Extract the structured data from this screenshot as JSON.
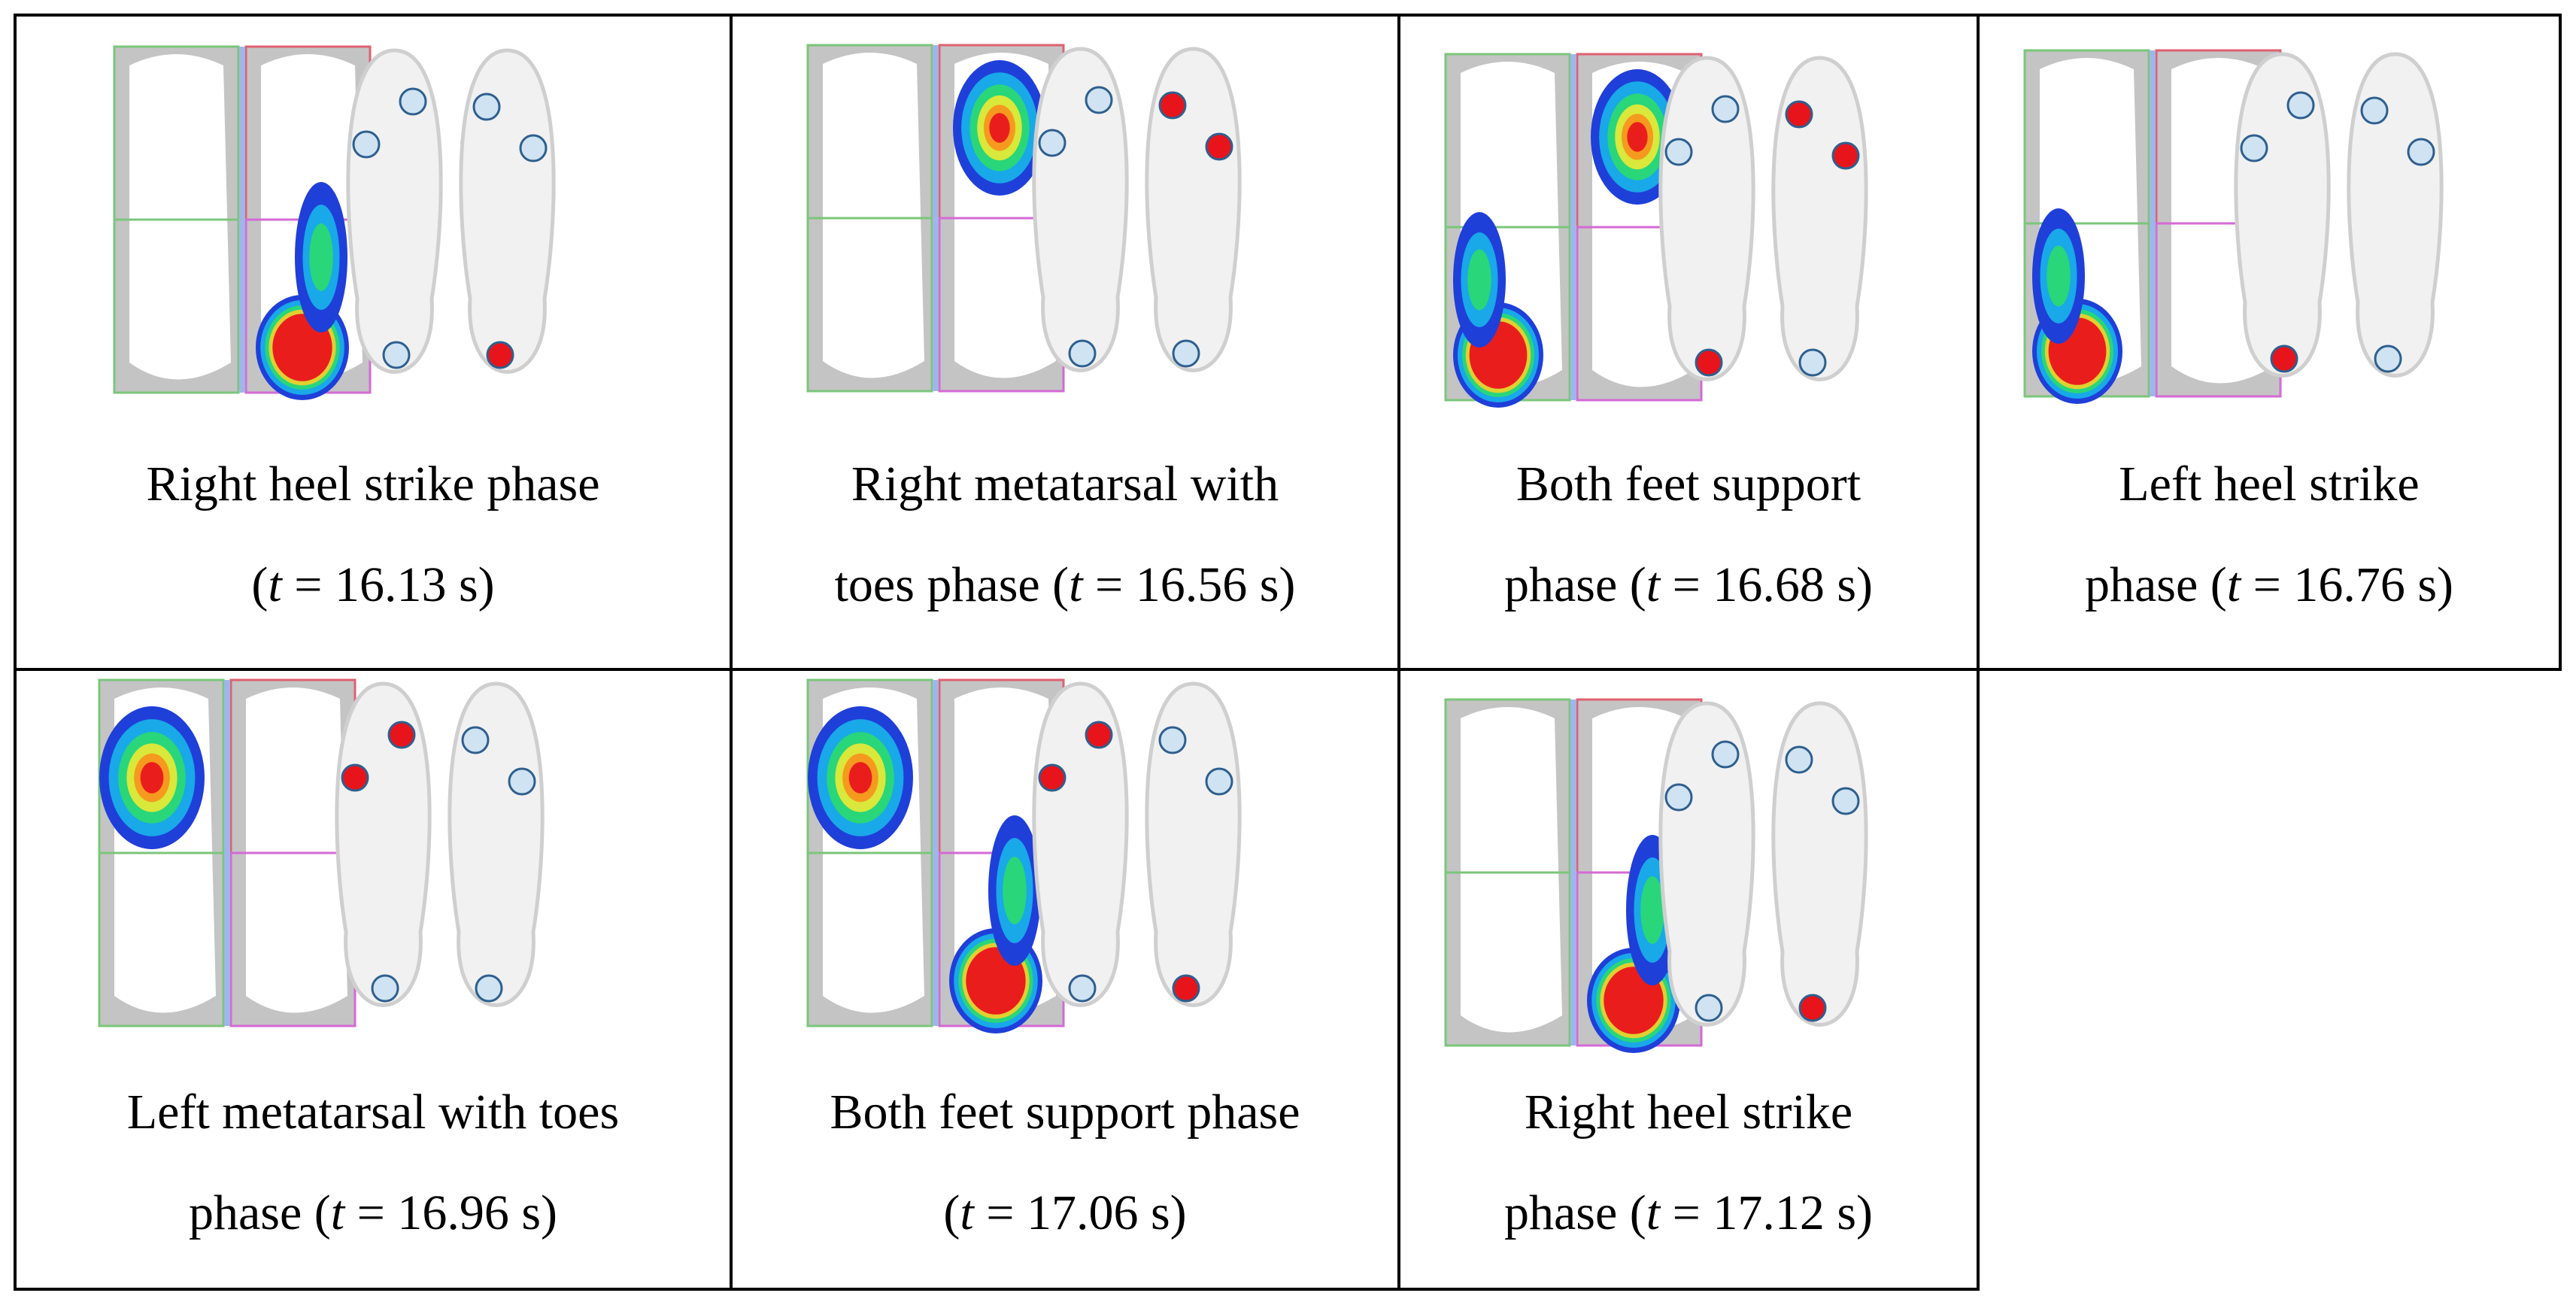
{
  "figure": {
    "cells": [
      {
        "caption_line1": "Right heel strike phase",
        "caption_prefix": "(",
        "caption_var": "t",
        "caption_value": " = 16.13 s)",
        "foot_active": "right",
        "sensors": {
          "left_toe": false,
          "left_meta": false,
          "left_heel": false,
          "right_toe": false,
          "right_meta": false,
          "right_heel": true
        }
      },
      {
        "caption_line1": "Right metatarsal with",
        "caption_prefix": "toes phase (",
        "caption_var": "t",
        "caption_value": " = 16.56 s)",
        "foot_active": "right",
        "sensors": {
          "left_toe": false,
          "left_meta": false,
          "left_heel": false,
          "right_toe": true,
          "right_meta": true,
          "right_heel": false
        }
      },
      {
        "caption_line1": "Both feet support",
        "caption_prefix": "phase (",
        "caption_var": "t",
        "caption_value": " = 16.68 s)",
        "foot_active": "both",
        "sensors": {
          "left_toe": false,
          "left_meta": false,
          "left_heel": true,
          "right_toe": true,
          "right_meta": true,
          "right_heel": false
        }
      },
      {
        "caption_line1": "Left heel strike",
        "caption_prefix": "phase (",
        "caption_var": "t",
        "caption_value": " = 16.76 s)",
        "foot_active": "left",
        "sensors": {
          "left_toe": false,
          "left_meta": false,
          "left_heel": true,
          "right_toe": false,
          "right_meta": false,
          "right_heel": false
        }
      },
      {
        "caption_line1": "Left metatarsal with toes",
        "caption_prefix": "phase (",
        "caption_var": "t",
        "caption_value": " = 16.96 s)",
        "foot_active": "left",
        "sensors": {
          "left_toe": true,
          "left_meta": true,
          "left_heel": false,
          "right_toe": false,
          "right_meta": false,
          "right_heel": false
        }
      },
      {
        "caption_line1": "Both feet support phase",
        "caption_prefix": "(",
        "caption_var": "t",
        "caption_value": " = 17.06 s)",
        "foot_active": "both",
        "sensors": {
          "left_toe": true,
          "left_meta": true,
          "left_heel": false,
          "right_toe": false,
          "right_meta": false,
          "right_heel": true
        }
      },
      {
        "caption_line1": "Right heel strike",
        "caption_prefix": "phase (",
        "caption_var": "t",
        "caption_value": " = 17.12 s)",
        "foot_active": "right",
        "sensors": {
          "left_toe": false,
          "left_meta": false,
          "left_heel": false,
          "right_toe": false,
          "right_meta": false,
          "right_heel": true
        }
      }
    ],
    "colors": {
      "sensor_active": "#e8141c",
      "sensor_inactive": "#cfe3f3",
      "sensor_stroke": "#2e5f8e",
      "insole_fill": "#f1f1f1",
      "insole_stroke": "#cfcfcf",
      "grid_gray": "#c4c4c4",
      "frame_green": "#7bc67b",
      "frame_red": "#e06070",
      "frame_magenta": "#d46ad4"
    }
  }
}
